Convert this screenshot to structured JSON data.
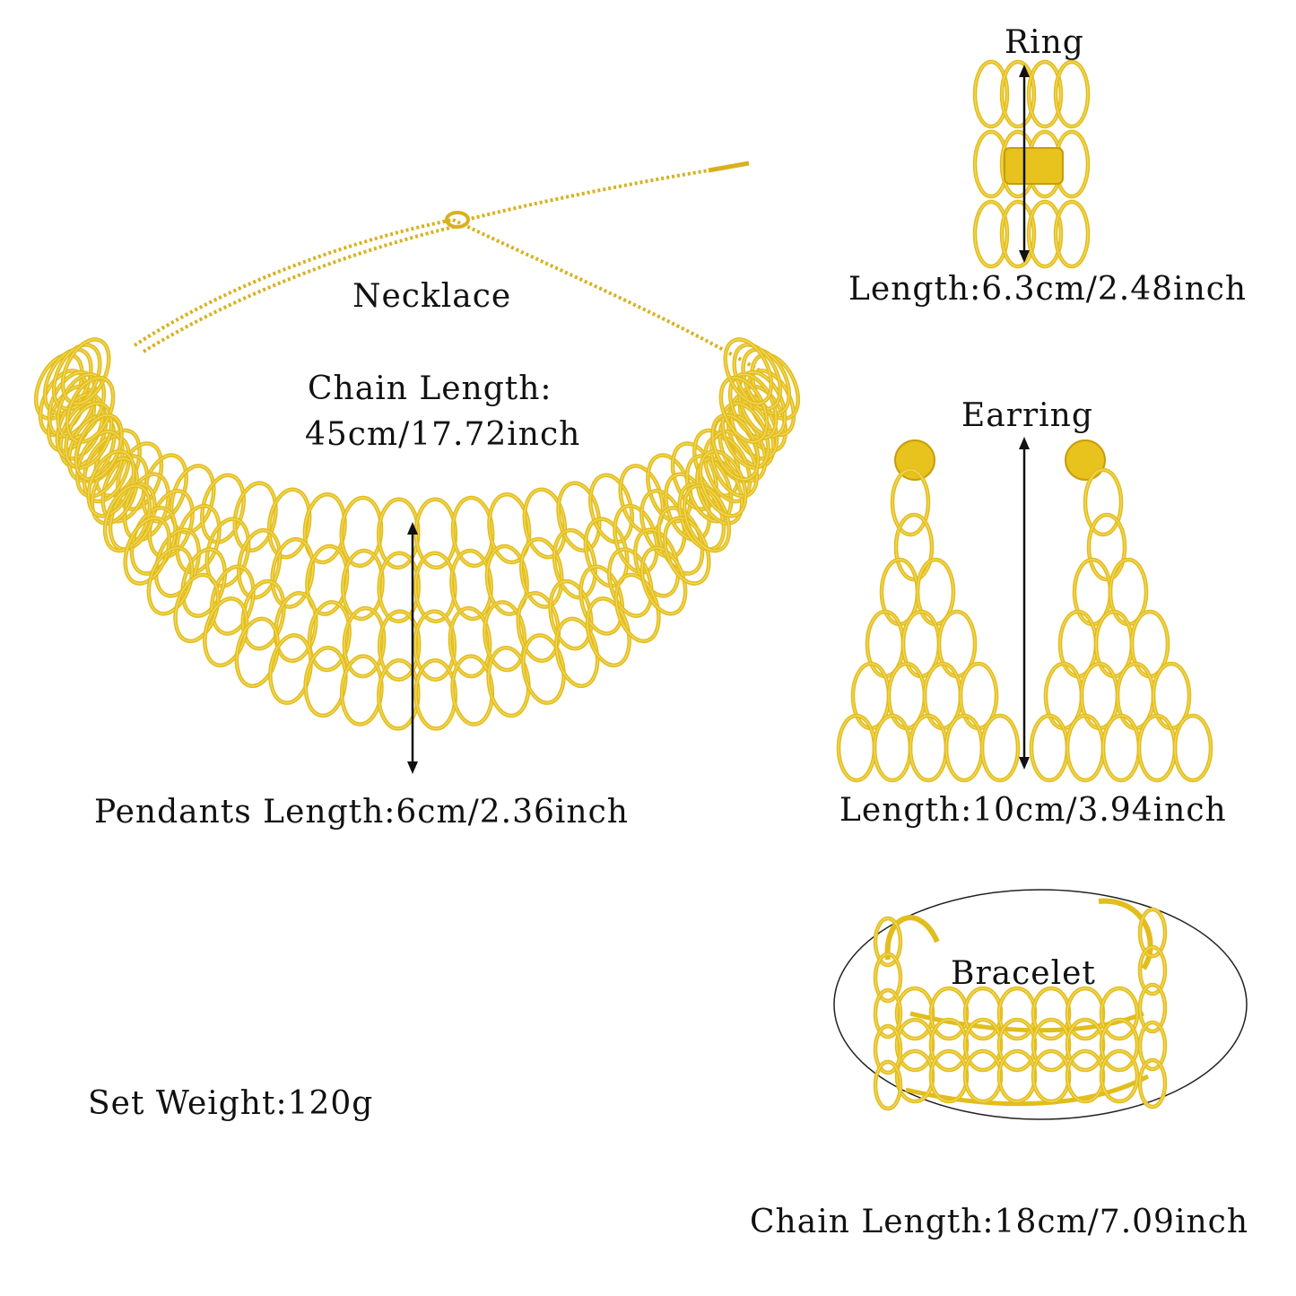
{
  "necklace": {
    "title": "Necklace",
    "chain_length_label": "Chain Length:",
    "chain_length_value": "45cm/17.72inch",
    "pendants_length": "Pendants Length:6cm/2.36inch"
  },
  "ring": {
    "title": "Ring",
    "length": "Length:6.3cm/2.48inch"
  },
  "earring": {
    "title": "Earring",
    "length": "Length:10cm/3.94inch"
  },
  "bracelet": {
    "title": "Bracelet",
    "chain_length": "Chain Length:18cm/7.09inch"
  },
  "set_weight": "Set Weight:120g",
  "colors": {
    "gold": "#e2bd1c",
    "gold_light": "#f1d65a",
    "text": "#111111",
    "background": "#ffffff"
  }
}
